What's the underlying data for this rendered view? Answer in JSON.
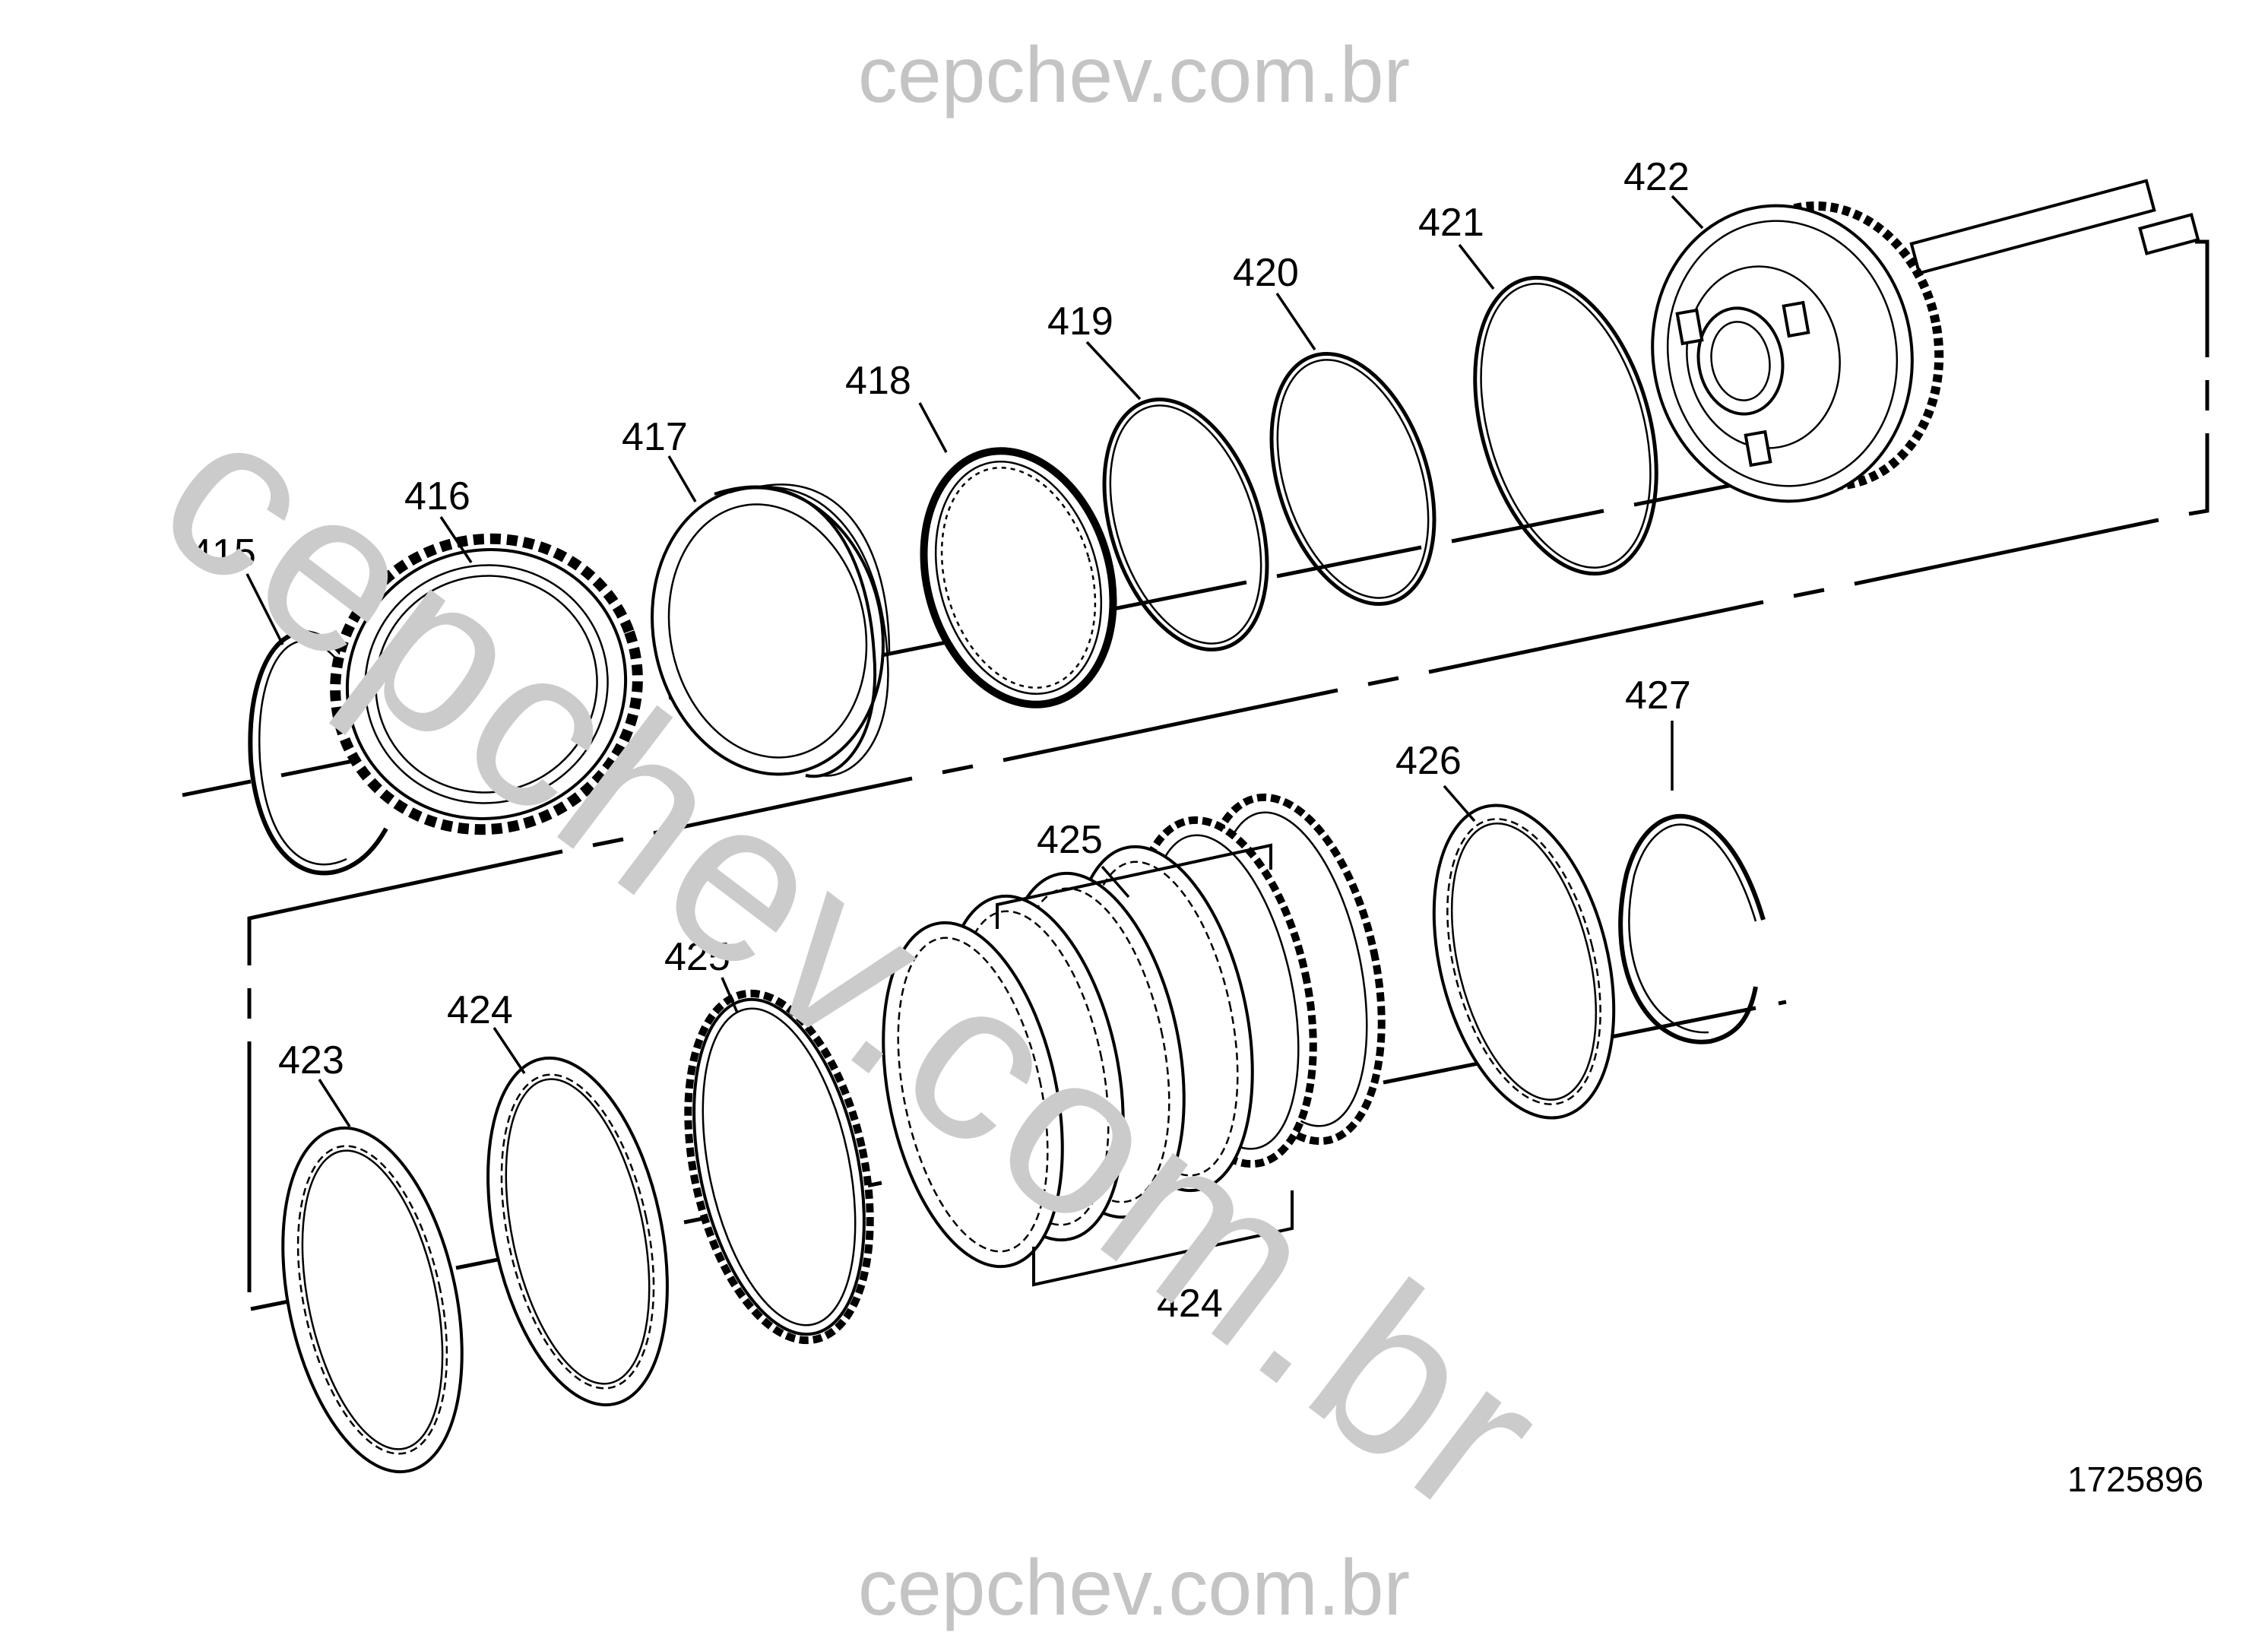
{
  "watermark": {
    "top": "cepchev.com.br",
    "diagonal": "cepchev.com.br",
    "bottom": "cepchev.com.br"
  },
  "figure_id": "1725896",
  "labels": {
    "l415": "415",
    "l416": "416",
    "l417": "417",
    "l418": "418",
    "l419": "419",
    "l420": "420",
    "l421": "421",
    "l422": "422",
    "l423": "423",
    "l424a": "424",
    "l425a": "425",
    "l425b": "425",
    "l424b": "424",
    "l426": "426",
    "l427": "427"
  }
}
